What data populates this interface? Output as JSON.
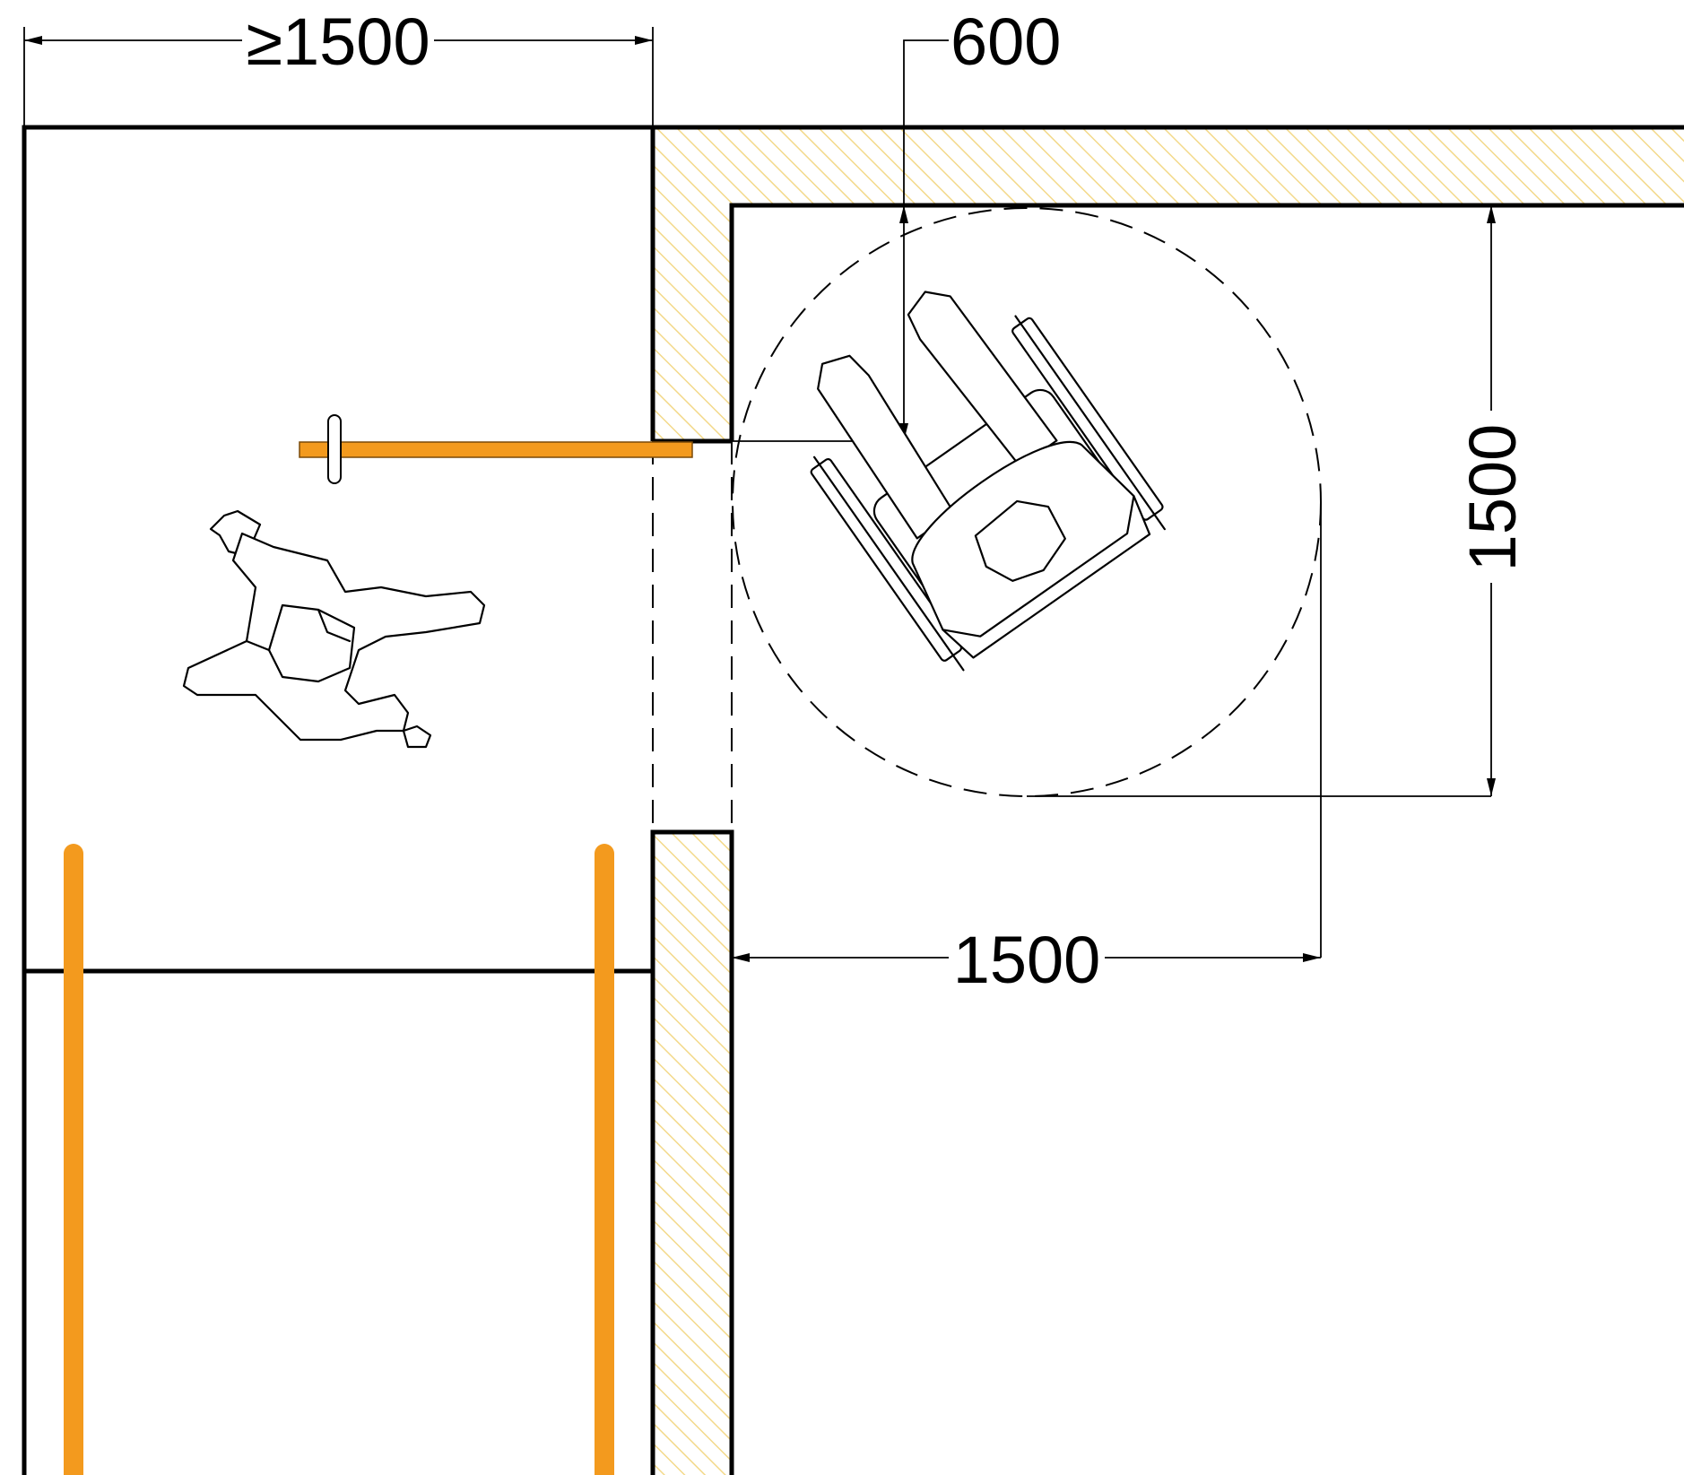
{
  "dimensions": {
    "top_left_width": "≥1500",
    "top_clearance": "600",
    "turning_depth": "1500",
    "turning_width": "1500"
  },
  "colors": {
    "wall_hatch": "#f3d98a",
    "handrail": "#f39a1e",
    "line": "#000000"
  },
  "figures": {
    "standing_person": "person-top-view-icon",
    "wheelchair_user": "wheelchair-user-top-view-icon"
  }
}
